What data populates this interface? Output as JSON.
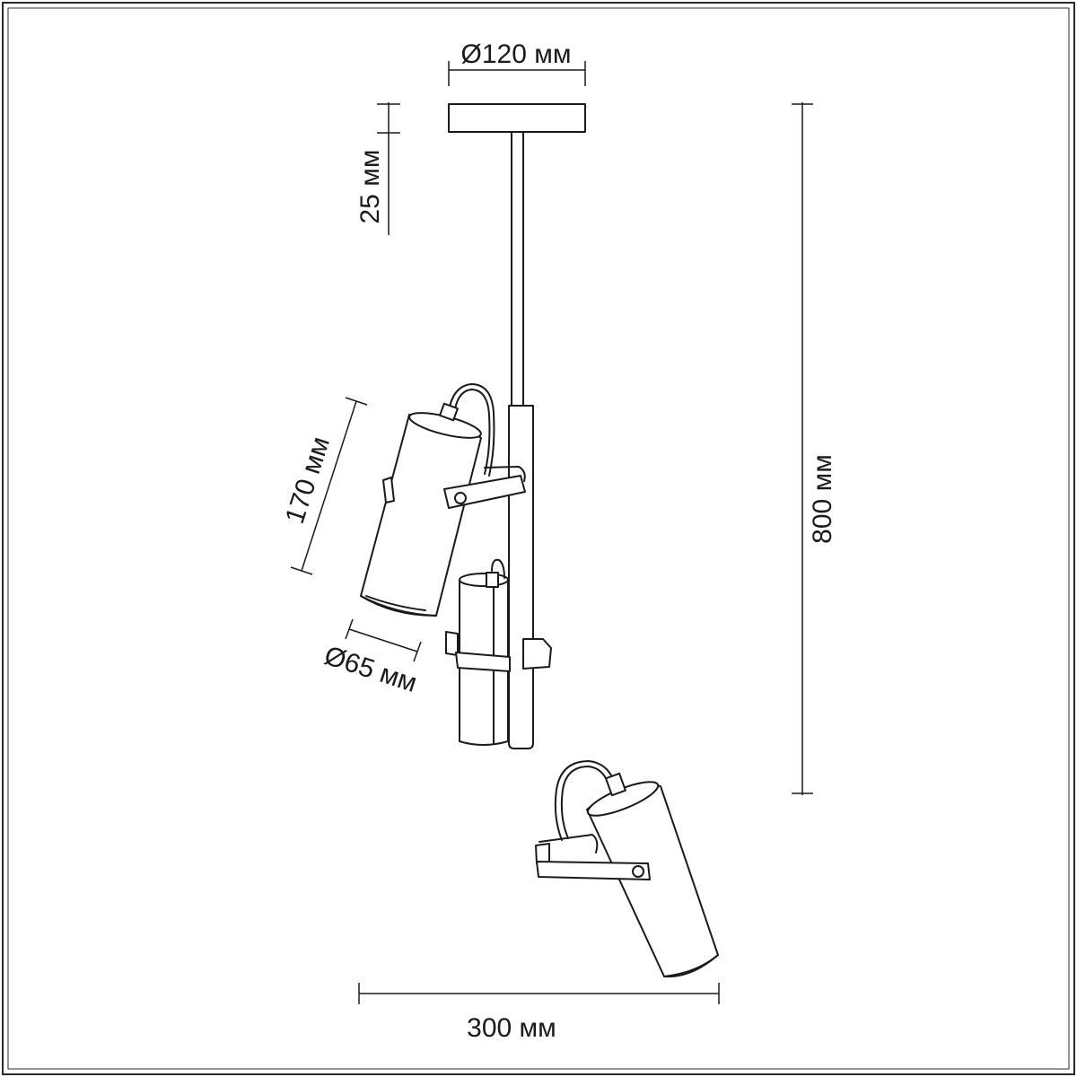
{
  "dimensions": {
    "canopy_diameter": "Ø120 мм",
    "canopy_height": "25 мм",
    "total_height": "800 мм",
    "shade_length": "170 мм",
    "shade_diameter": "Ø65 мм",
    "total_width": "300 мм"
  }
}
